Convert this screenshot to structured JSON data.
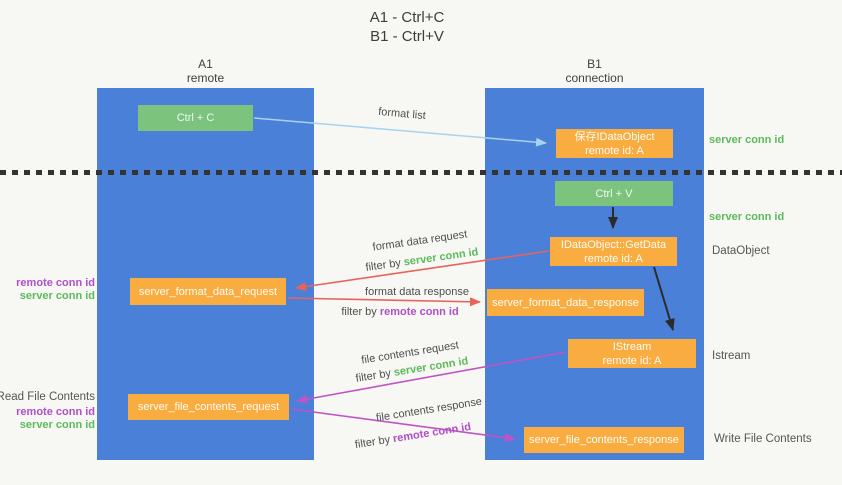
{
  "title": {
    "line1": "A1 - Ctrl+C",
    "line2": "B1 - Ctrl+V"
  },
  "lifelines": {
    "a1": {
      "name": "A1",
      "subtitle": "remote"
    },
    "b1": {
      "name": "B1",
      "subtitle": "connection"
    }
  },
  "nodes": {
    "ctrl_c": {
      "label": "Ctrl + C"
    },
    "ctrl_v": {
      "label": "Ctrl + V"
    },
    "save_dataobject": {
      "line1": "保存IDataObject",
      "line2": "remote id: A"
    },
    "getdata": {
      "line1": "IDataObject::GetData",
      "line2": "remote id: A"
    },
    "istream": {
      "line1": "IStream",
      "line2": "remote id: A"
    },
    "format_request": {
      "label": "server_format_data_request"
    },
    "format_response": {
      "label": "server_format_data_response"
    },
    "file_request": {
      "label": "server_file_contents_request"
    },
    "file_response": {
      "label": "server_file_contents_response"
    }
  },
  "arrow_labels": {
    "format_list": "format list",
    "format_data_request": "format data request",
    "format_data_response": "format data response",
    "file_contents_request": "file contents request",
    "file_contents_response": "file contents response",
    "filter_by": "filter by ",
    "server_conn_id": "server conn id",
    "remote_conn_id": "remote conn id"
  },
  "side_labels": {
    "right_server_conn_id_1": "server conn id",
    "right_server_conn_id_2": "server conn id",
    "dataobject": "DataObject",
    "istream": "Istream",
    "write_file_contents": "Write File Contents",
    "read_file_contents": "Read File Contents",
    "left_remote_conn_id_1": "remote conn id",
    "left_server_conn_id_1": "server conn id",
    "left_remote_conn_id_2": "remote conn id",
    "left_server_conn_id_2": "server conn id"
  },
  "colors": {
    "lifeline_blue": "#4a80d8",
    "node_green": "#7cc47e",
    "node_orange": "#f9ad41",
    "arrow_red": "#e7635c",
    "arrow_magenta": "#c054c6",
    "arrow_light_blue": "#a6d3f0",
    "arrow_black": "#2b2b2b",
    "conn_id_green": "#5cba5c",
    "conn_id_purple": "#b04fc8"
  }
}
